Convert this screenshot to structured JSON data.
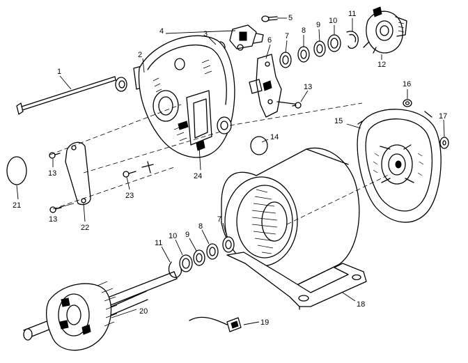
{
  "callouts": [
    {
      "id": "c1",
      "label": "1"
    },
    {
      "id": "c2",
      "label": "2"
    },
    {
      "id": "c3",
      "label": "3"
    },
    {
      "id": "c4",
      "label": "4"
    },
    {
      "id": "c5",
      "label": "5"
    },
    {
      "id": "c6",
      "label": "6"
    },
    {
      "id": "c7a",
      "label": "7"
    },
    {
      "id": "c8a",
      "label": "8"
    },
    {
      "id": "c9a",
      "label": "9"
    },
    {
      "id": "c10a",
      "label": "10"
    },
    {
      "id": "c11a",
      "label": "11"
    },
    {
      "id": "c12",
      "label": "12"
    },
    {
      "id": "c13a",
      "label": "13"
    },
    {
      "id": "c13b",
      "label": "13"
    },
    {
      "id": "c13c",
      "label": "13"
    },
    {
      "id": "c14",
      "label": "14"
    },
    {
      "id": "c15",
      "label": "15"
    },
    {
      "id": "c16",
      "label": "16"
    },
    {
      "id": "c17",
      "label": "17"
    },
    {
      "id": "c18",
      "label": "18"
    },
    {
      "id": "c19",
      "label": "19"
    },
    {
      "id": "c20",
      "label": "20"
    },
    {
      "id": "c21",
      "label": "21"
    },
    {
      "id": "c22",
      "label": "22"
    },
    {
      "id": "c23",
      "label": "23"
    },
    {
      "id": "c24",
      "label": "24"
    },
    {
      "id": "c7b",
      "label": "7"
    },
    {
      "id": "c8b",
      "label": "8"
    },
    {
      "id": "c9b",
      "label": "9"
    },
    {
      "id": "c10b",
      "label": "10"
    },
    {
      "id": "c11b",
      "label": "11"
    }
  ]
}
